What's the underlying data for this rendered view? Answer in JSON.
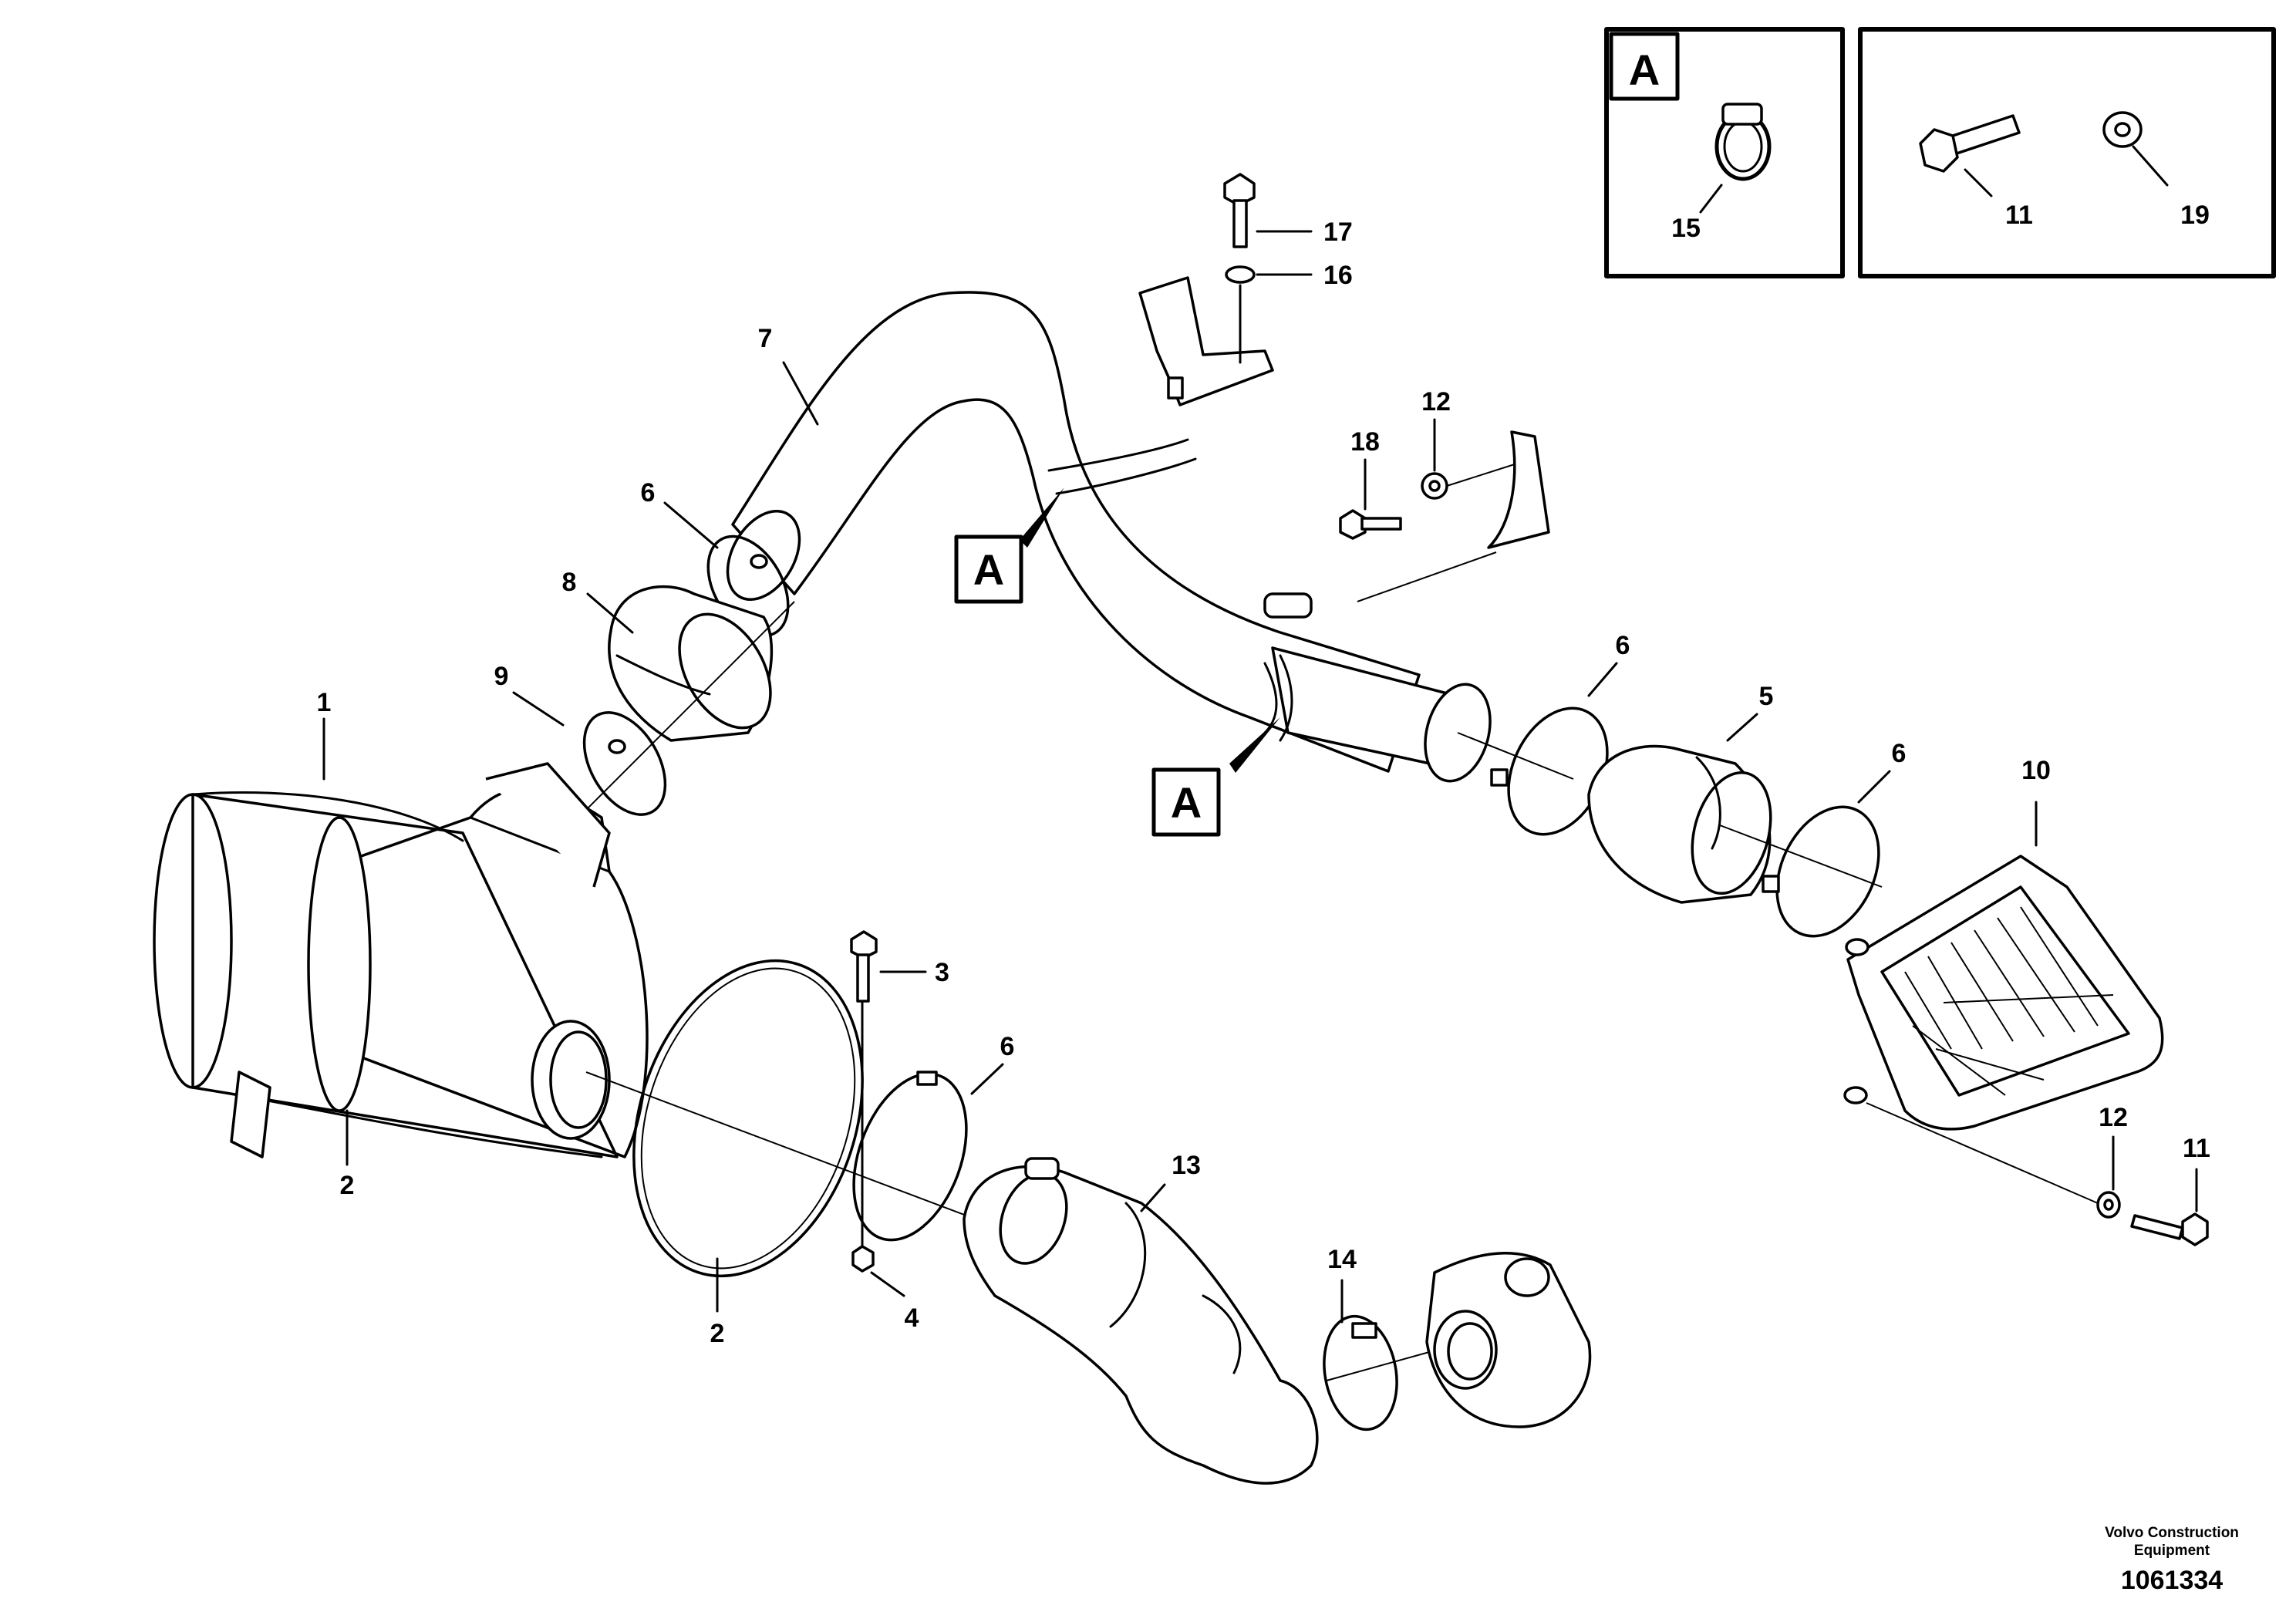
{
  "callouts": {
    "n1": "1",
    "n2a": "2",
    "n2b": "2",
    "n3": "3",
    "n4": "4",
    "n5": "5",
    "n6a": "6",
    "n6b": "6",
    "n6c": "6",
    "n6d": "6",
    "n7": "7",
    "n8": "8",
    "n9": "9",
    "n10": "10",
    "n11a": "11",
    "n11b": "11",
    "n12a": "12",
    "n12b": "12",
    "n13": "13",
    "n14": "14",
    "n15": "15",
    "n16": "16",
    "n17": "17",
    "n18": "18",
    "n19": "19"
  },
  "section_marks": {
    "a1": "A",
    "a2": "A",
    "a3": "A"
  },
  "footer": {
    "company_line1": "Volvo Construction",
    "company_line2": "Equipment",
    "drawing_number": "1061334"
  }
}
